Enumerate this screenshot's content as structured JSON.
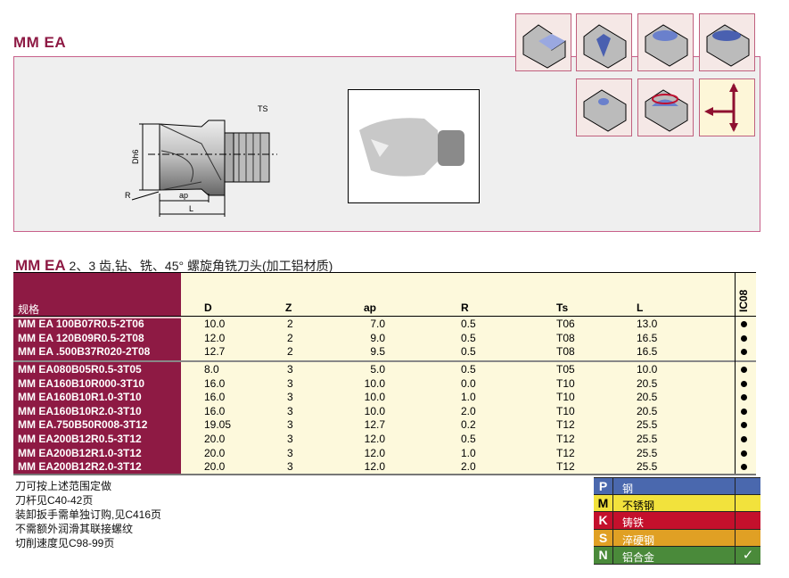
{
  "title": "MM EA",
  "drawing": {
    "labels": {
      "dh6": "Dh6",
      "ts": "TS",
      "ap": "ap",
      "l": "L",
      "r": "R"
    }
  },
  "table": {
    "title_code": "MM EA",
    "title_text": " 2、3 齿,钻、铣、45° 螺旋角铣刀头(加工铝材质)",
    "headers": {
      "name": "规格",
      "d": "D",
      "z": "Z",
      "ap": "ap",
      "r": "R",
      "ts": "Ts",
      "l": "L",
      "grade": "IC08"
    },
    "rows": [
      {
        "name": "MM EA 100B07R0.5-2T06",
        "d": "10.0",
        "z": "2",
        "ap": "7.0",
        "r": "0.5",
        "ts": "T06",
        "l": "13.0",
        "grade": "●"
      },
      {
        "name": "MM EA 120B09R0.5-2T08",
        "d": "12.0",
        "z": "2",
        "ap": "9.0",
        "r": "0.5",
        "ts": "T08",
        "l": "16.5",
        "grade": "●"
      },
      {
        "name": "MM EA .500B37R020-2T08",
        "d": "12.7",
        "z": "2",
        "ap": "9.5",
        "r": "0.5",
        "ts": "T08",
        "l": "16.5",
        "grade": "●"
      },
      {
        "name": "MM EA080B05R0.5-3T05",
        "d": "8.0",
        "z": "3",
        "ap": "5.0",
        "r": "0.5",
        "ts": "T05",
        "l": "10.0",
        "grade": "●"
      },
      {
        "name": "MM EA160B10R000-3T10",
        "d": "16.0",
        "z": "3",
        "ap": "10.0",
        "r": "0.0",
        "ts": "T10",
        "l": "20.5",
        "grade": "●"
      },
      {
        "name": "MM EA160B10R1.0-3T10",
        "d": "16.0",
        "z": "3",
        "ap": "10.0",
        "r": "1.0",
        "ts": "T10",
        "l": "20.5",
        "grade": "●"
      },
      {
        "name": "MM EA160B10R2.0-3T10",
        "d": "16.0",
        "z": "3",
        "ap": "10.0",
        "r": "2.0",
        "ts": "T10",
        "l": "20.5",
        "grade": "●"
      },
      {
        "name": "MM EA.750B50R008-3T12",
        "d": "19.05",
        "z": "3",
        "ap": "12.7",
        "r": "0.2",
        "ts": "T12",
        "l": "25.5",
        "grade": "●"
      },
      {
        "name": "MM EA200B12R0.5-3T12",
        "d": "20.0",
        "z": "3",
        "ap": "12.0",
        "r": "0.5",
        "ts": "T12",
        "l": "25.5",
        "grade": "●"
      },
      {
        "name": "MM EA200B12R1.0-3T12",
        "d": "20.0",
        "z": "3",
        "ap": "12.0",
        "r": "1.0",
        "ts": "T12",
        "l": "25.5",
        "grade": "●"
      },
      {
        "name": "MM EA200B12R2.0-3T12",
        "d": "20.0",
        "z": "3",
        "ap": "12.0",
        "r": "2.0",
        "ts": "T12",
        "l": "25.5",
        "grade": "●"
      }
    ]
  },
  "notes": [
    "刀可按上述范围定做",
    "刀杆见C40-42页",
    "装卸扳手需单独订购,见C416页",
    "不需额外润滑其联接螺纹",
    "切削速度见C98-99页"
  ],
  "legend": [
    {
      "letter": "P",
      "name": "钢",
      "color": "#4a68ae",
      "text": "#fff",
      "check": ""
    },
    {
      "letter": "M",
      "name": "不锈钢",
      "color": "#f2e23c",
      "text": "#000",
      "check": ""
    },
    {
      "letter": "K",
      "name": "铸铁",
      "color": "#c4102c",
      "text": "#fff",
      "check": ""
    },
    {
      "letter": "S",
      "name": "淬硬钢",
      "color": "#e0a024",
      "text": "#fff",
      "check": ""
    },
    {
      "letter": "N",
      "name": "铝合金",
      "color": "#4a8a3a",
      "text": "#fff",
      "check": "✓"
    }
  ]
}
